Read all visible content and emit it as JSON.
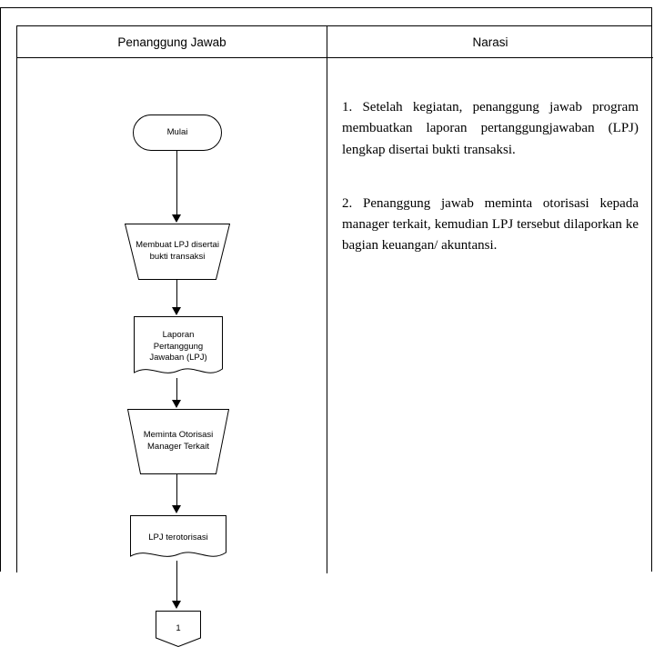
{
  "table": {
    "columns": [
      {
        "header": "Penanggung Jawab"
      },
      {
        "header": "Narasi"
      }
    ]
  },
  "narration": {
    "items": [
      "1.  Setelah kegiatan, penanggung jawab program membuatkan laporan pertanggungjawaban (LPJ) lengkap disertai bukti transaksi.",
      "2.  Penanggung jawab meminta otorisasi kepada manager terkait, kemudian LPJ tersebut dilaporkan ke bagian keuangan/ akuntansi."
    ]
  },
  "flowchart": {
    "type": "flowchart",
    "nodes": [
      {
        "id": "start",
        "shape": "terminator",
        "label": "Mulai"
      },
      {
        "id": "membuat-lpj",
        "shape": "manual-operation",
        "label": "Membuat LPJ disertai bukti transaksi"
      },
      {
        "id": "laporan-pertanggungjawaban",
        "shape": "document",
        "label": "Laporan Pertanggung Jawaban (LPJ)"
      },
      {
        "id": "meminta-otorisasi",
        "shape": "manual-operation",
        "label": "Meminta Otorisasi Manager Terkait"
      },
      {
        "id": "lpj-terotorisasi",
        "shape": "document",
        "label": "LPJ terotorisasi"
      },
      {
        "id": "connector-1",
        "shape": "off-page-connector",
        "label": "1"
      }
    ],
    "edges": [
      {
        "from": "start",
        "to": "membuat-lpj"
      },
      {
        "from": "membuat-lpj",
        "to": "laporan-pertanggungjawaban"
      },
      {
        "from": "laporan-pertanggungjawaban",
        "to": "meminta-otorisasi"
      },
      {
        "from": "meminta-otorisasi",
        "to": "lpj-terotorisasi"
      },
      {
        "from": "lpj-terotorisasi",
        "to": "connector-1"
      }
    ]
  },
  "colors": {
    "stroke": "#000000",
    "background": "#ffffff"
  }
}
